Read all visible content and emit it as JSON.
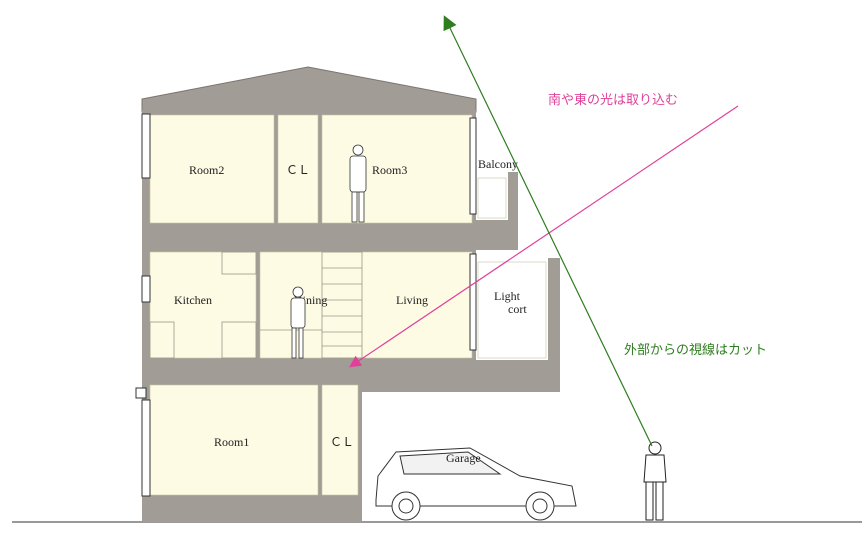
{
  "rooms": {
    "room2": "Room2",
    "cl_upper": "ＣＬ",
    "room3": "Room3",
    "balcony": "Balcony",
    "kitchen": "Kitchen",
    "dining": "Dining",
    "living": "Living",
    "light_cort_1": "Light",
    "light_cort_2": "cort",
    "room1": "Room1",
    "cl_lower": "ＣＬ",
    "garage": "Garage"
  },
  "annotations": {
    "light_in": "南や東の光は取り込む",
    "sight_cut": "外部からの視線はカット"
  },
  "colors": {
    "wall": "#a29c97",
    "room_fill": "#fdfbe4",
    "light_line": "#e0409a",
    "sight_line": "#2e7d1f"
  }
}
